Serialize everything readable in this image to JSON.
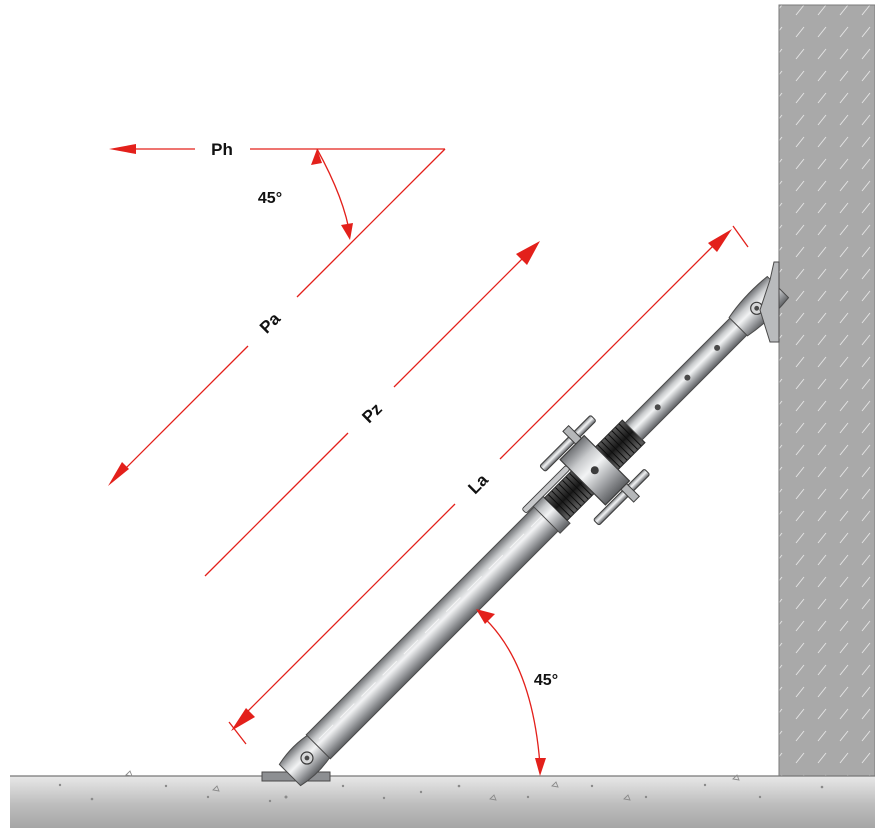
{
  "labels": {
    "ph": "Ph",
    "pa": "Pa",
    "pz": "Pz",
    "la": "La",
    "angle_top": "45°",
    "angle_bottom": "45°"
  },
  "colors": {
    "dimension_red": "#e3201b",
    "wall_gray": "#a9a9a9",
    "ground_gray": "#c4c4c4",
    "prop_steel": "#a2a4a6",
    "label_text": "#111111"
  }
}
